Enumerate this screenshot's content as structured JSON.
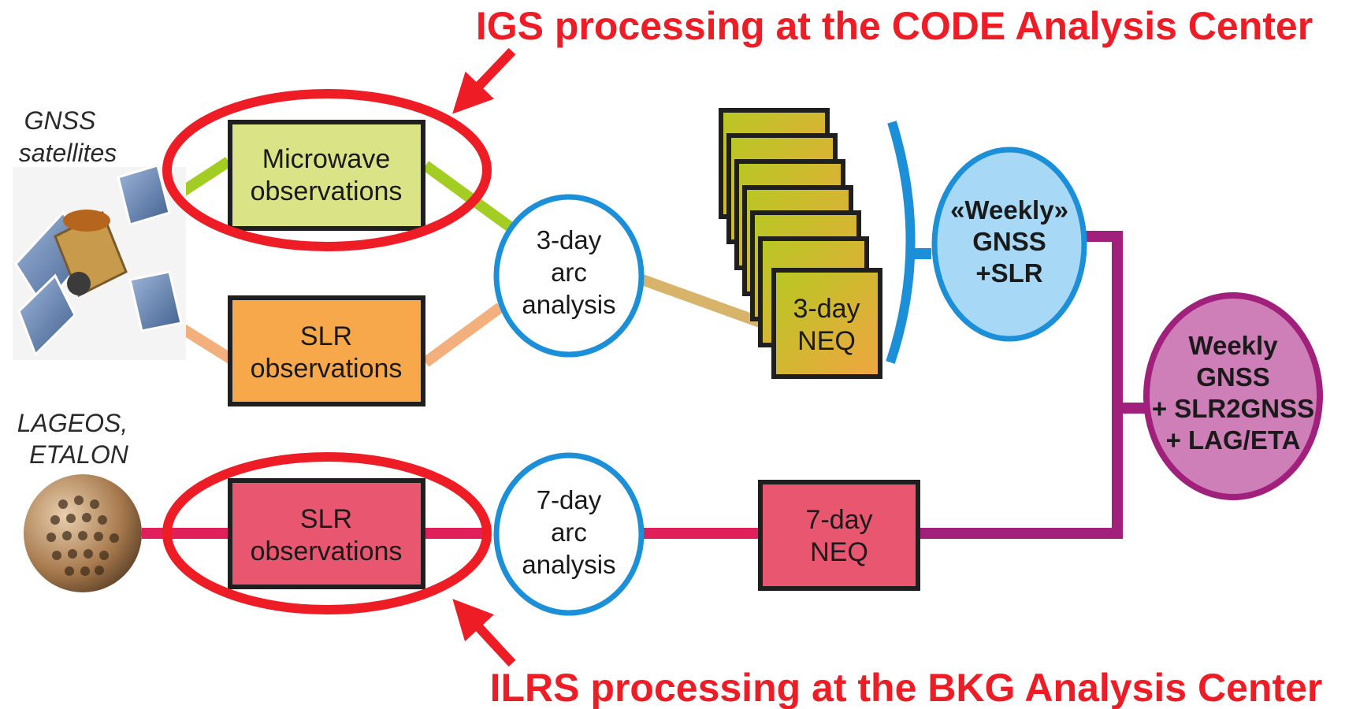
{
  "headers": {
    "top": "IGS processing at the CODE Analysis Center",
    "bottom": "ILRS processing at the BKG Analysis Center"
  },
  "satellites": {
    "gnss": [
      "GNSS",
      "satellites"
    ],
    "lageos": [
      "LAGEOS,",
      "ETALON"
    ]
  },
  "boxes": {
    "microwave": [
      "Microwave",
      "observations"
    ],
    "slr_gnss": [
      "SLR",
      "observations"
    ],
    "slr_lageos": [
      "SLR",
      "observations"
    ],
    "neq3": [
      "3-day",
      "NEQ"
    ],
    "neq7": [
      "7-day",
      "NEQ"
    ]
  },
  "circles": {
    "arc3": [
      "3-day",
      "arc",
      "analysis"
    ],
    "arc7": [
      "7-day",
      "arc",
      "analysis"
    ],
    "weekly_gnss_slr": [
      "«Weekly»",
      "GNSS",
      "+SLR"
    ],
    "weekly_combined": [
      "Weekly",
      "GNSS",
      "+ SLR2GNSS",
      "+ LAG/ETA"
    ]
  },
  "colors": {
    "annotation_red": "#ee1c25",
    "microwave_green": "#dbe387",
    "slr_orange": "#f6a84a",
    "slr_pink": "#e85670",
    "circle_blue": "#1b8fd8",
    "weekly_blue_fill": "#a7d8f6",
    "weekly_purple_fill": "#cf7fb8",
    "weekly_purple_stroke": "#a1207c",
    "line_green": "#a3cd22",
    "line_orange": "#f3b07c",
    "line_tan": "#d8b46a",
    "line_pink": "#e01f5b",
    "line_purple": "#a1207c"
  }
}
